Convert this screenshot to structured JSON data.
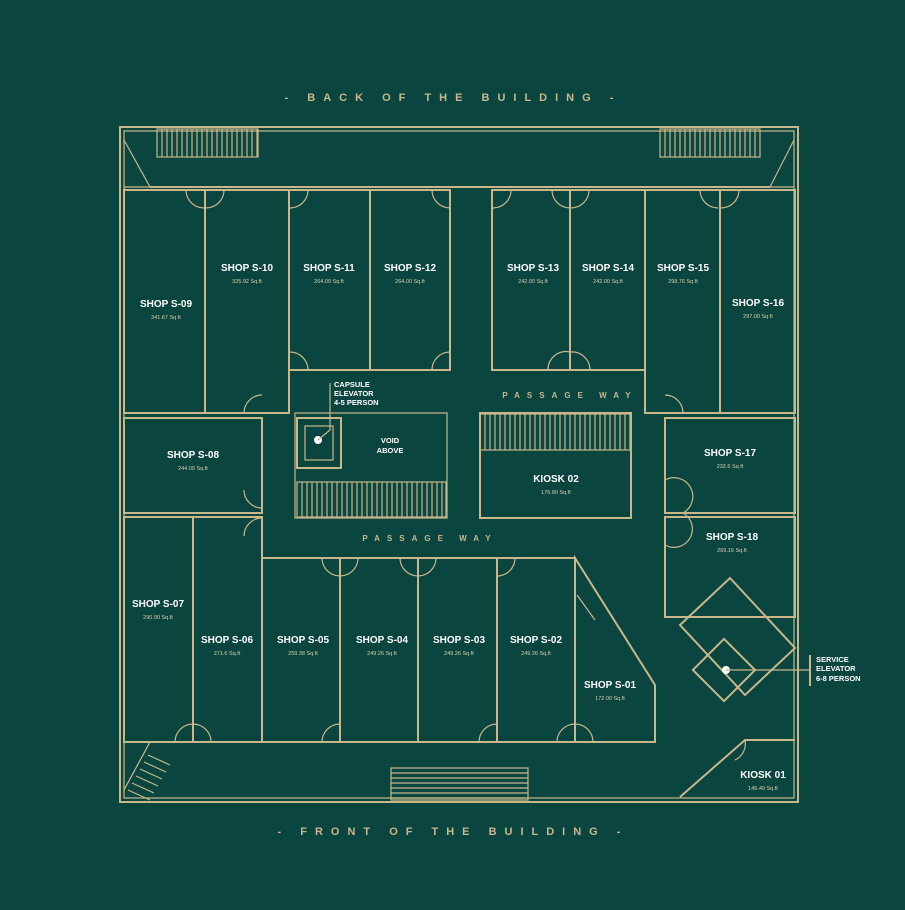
{
  "labels": {
    "back": "- BACK OF THE BUILDING -",
    "front": "- FRONT OF THE BUILDING -",
    "passage_top": "PASSAGE WAY",
    "passage_mid": "PASSAGE WAY",
    "void_1": "VOID",
    "void_2": "ABOVE",
    "capsule_1": "CAPSULE",
    "capsule_2": "ELEVATOR",
    "capsule_3": "4-5 PERSON",
    "service_1": "SERVICE",
    "service_2": "ELEVATOR",
    "service_3": "6-8 PERSON"
  },
  "units": [
    {
      "name": "SHOP S-09",
      "area": "341.67 Sq.ft"
    },
    {
      "name": "SHOP S-10",
      "area": "325.92 Sq.ft"
    },
    {
      "name": "SHOP S-11",
      "area": "264.00 Sq.ft"
    },
    {
      "name": "SHOP S-12",
      "area": "264.00 Sq.ft"
    },
    {
      "name": "SHOP S-13",
      "area": "242.00 Sq.ft"
    },
    {
      "name": "SHOP S-14",
      "area": "242.00 Sq.ft"
    },
    {
      "name": "SHOP S-15",
      "area": "298.76 Sq.ft"
    },
    {
      "name": "SHOP S-16",
      "area": "297.00 Sq.ft"
    },
    {
      "name": "SHOP S-08",
      "area": "244.00 Sq.ft"
    },
    {
      "name": "SHOP S-17",
      "area": "232.6 Sq.ft"
    },
    {
      "name": "KIOSK 02",
      "area": "176.80 Sq.ft"
    },
    {
      "name": "SHOP S-18",
      "area": "269.16 Sq.ft"
    },
    {
      "name": "SHOP S-07",
      "area": "290.90 Sq.ft"
    },
    {
      "name": "SHOP S-06",
      "area": "271.6 Sq.ft"
    },
    {
      "name": "SHOP S-05",
      "area": "259.38 Sq.ft"
    },
    {
      "name": "SHOP S-04",
      "area": "249.26 Sq.ft"
    },
    {
      "name": "SHOP S-03",
      "area": "249.26 Sq.ft"
    },
    {
      "name": "SHOP S-02",
      "area": "249.26 Sq.ft"
    },
    {
      "name": "SHOP S-01",
      "area": "172.00 Sq.ft"
    },
    {
      "name": "KIOSK 01",
      "area": "145.49 Sq.ft"
    }
  ],
  "colors": {
    "background": "#0b4540",
    "line": "#c9b78a"
  }
}
